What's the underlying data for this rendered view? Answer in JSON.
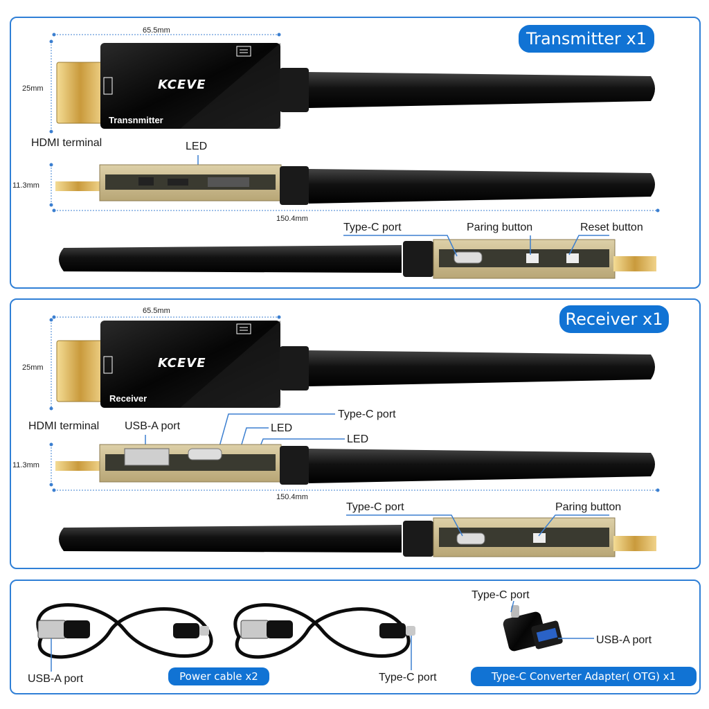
{
  "colors": {
    "accent": "#1173d4",
    "border": "#2f7fd6",
    "device": "#0c0c0c",
    "gold": "#d9b45a",
    "pcb": "#c9b98d"
  },
  "transmitter": {
    "badge": "Transmitter  x1",
    "width_dim": "65.5mm",
    "height_dim": "25mm",
    "thickness_dim": "11.3mm",
    "length_dim": "150.4mm",
    "device_label": "Transnmitter",
    "brand": "KCEVE",
    "hdmi_label": "HDMI terminal",
    "led_label": "LED",
    "typec_label": "Type-C port",
    "pairing_label": "Paring button",
    "reset_label": "Reset button"
  },
  "receiver": {
    "badge": "Receiver x1",
    "width_dim": "65.5mm",
    "height_dim": "25mm",
    "thickness_dim": "11.3mm",
    "length_dim": "150.4mm",
    "device_label": "Receiver",
    "brand": "KCEVE",
    "hdmi_label": "HDMI terminal",
    "usba_label": "USB-A port",
    "typec_top_label": "Type-C port",
    "led1_label": "LED",
    "led2_label": "LED",
    "typec_label": "Type-C port",
    "pairing_label": "Paring button"
  },
  "accessories": {
    "cable_usba_label": "USB-A port",
    "cable_badge": "Power cable x2",
    "cable_typec_label": "Type-C port",
    "adapter_typec_label": "Type-C port",
    "adapter_usba_label": "USB-A port",
    "adapter_badge": "Type-C Converter Adapter( OTG)  x1"
  }
}
